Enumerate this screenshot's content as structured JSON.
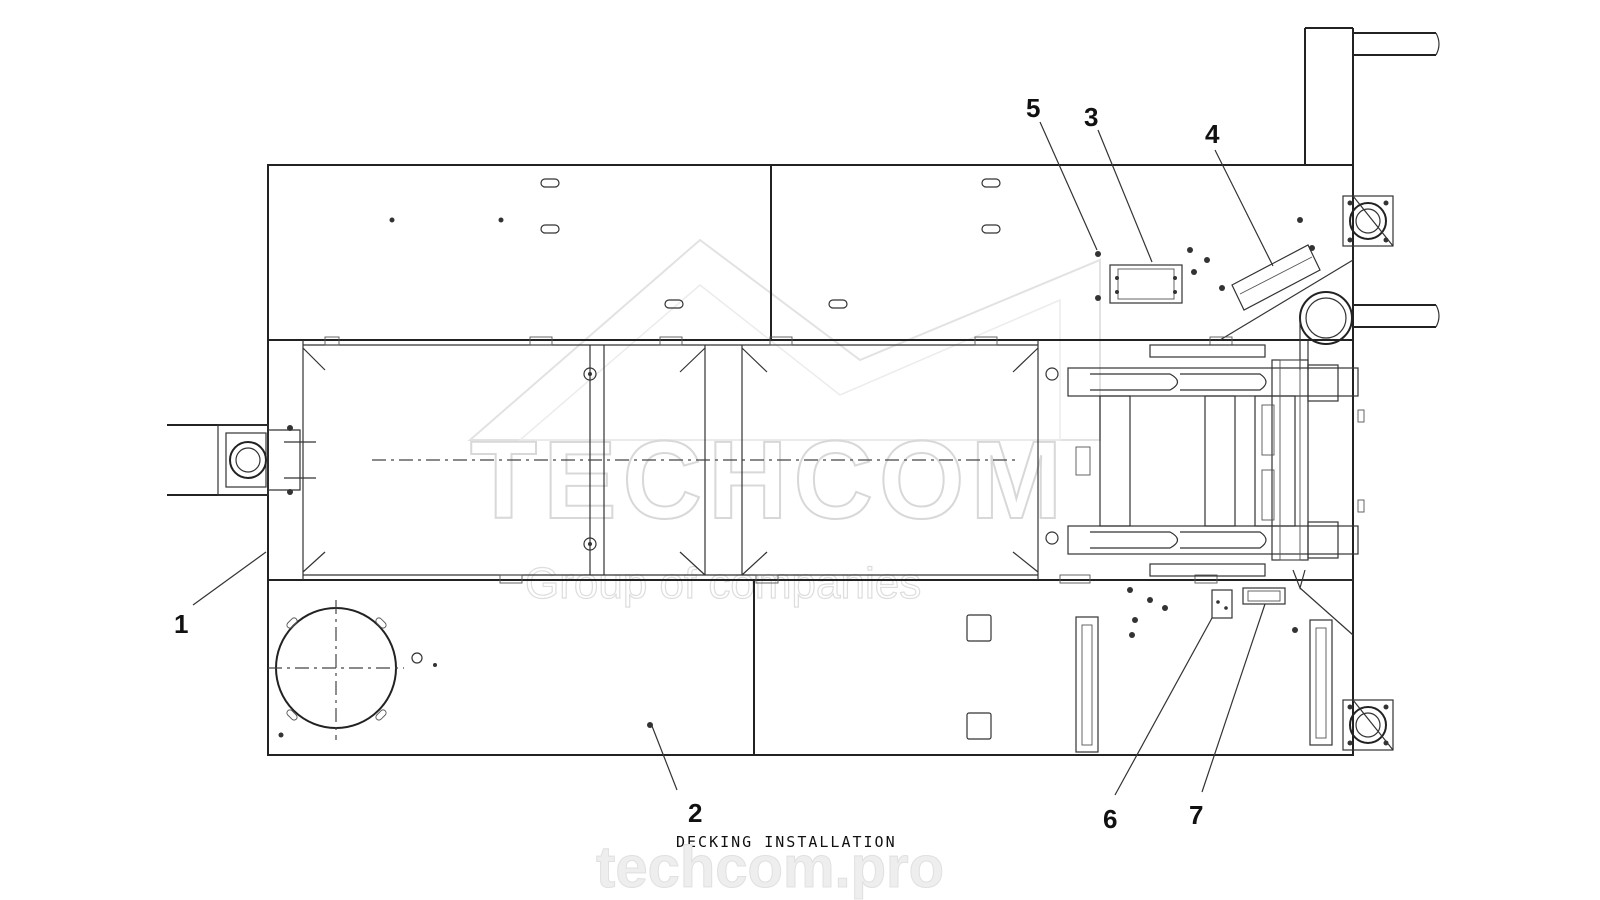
{
  "drawing": {
    "caption": "DECKING INSTALLATION",
    "callouts": [
      {
        "id": "c1",
        "label": "1"
      },
      {
        "id": "c2",
        "label": "2"
      },
      {
        "id": "c3",
        "label": "3"
      },
      {
        "id": "c4",
        "label": "4"
      },
      {
        "id": "c5",
        "label": "5"
      },
      {
        "id": "c6",
        "label": "6"
      },
      {
        "id": "c7",
        "label": "7"
      }
    ]
  },
  "watermark": {
    "brand": "TECHCOM",
    "tagline": "Group of companies",
    "url": "techcom.pro"
  }
}
